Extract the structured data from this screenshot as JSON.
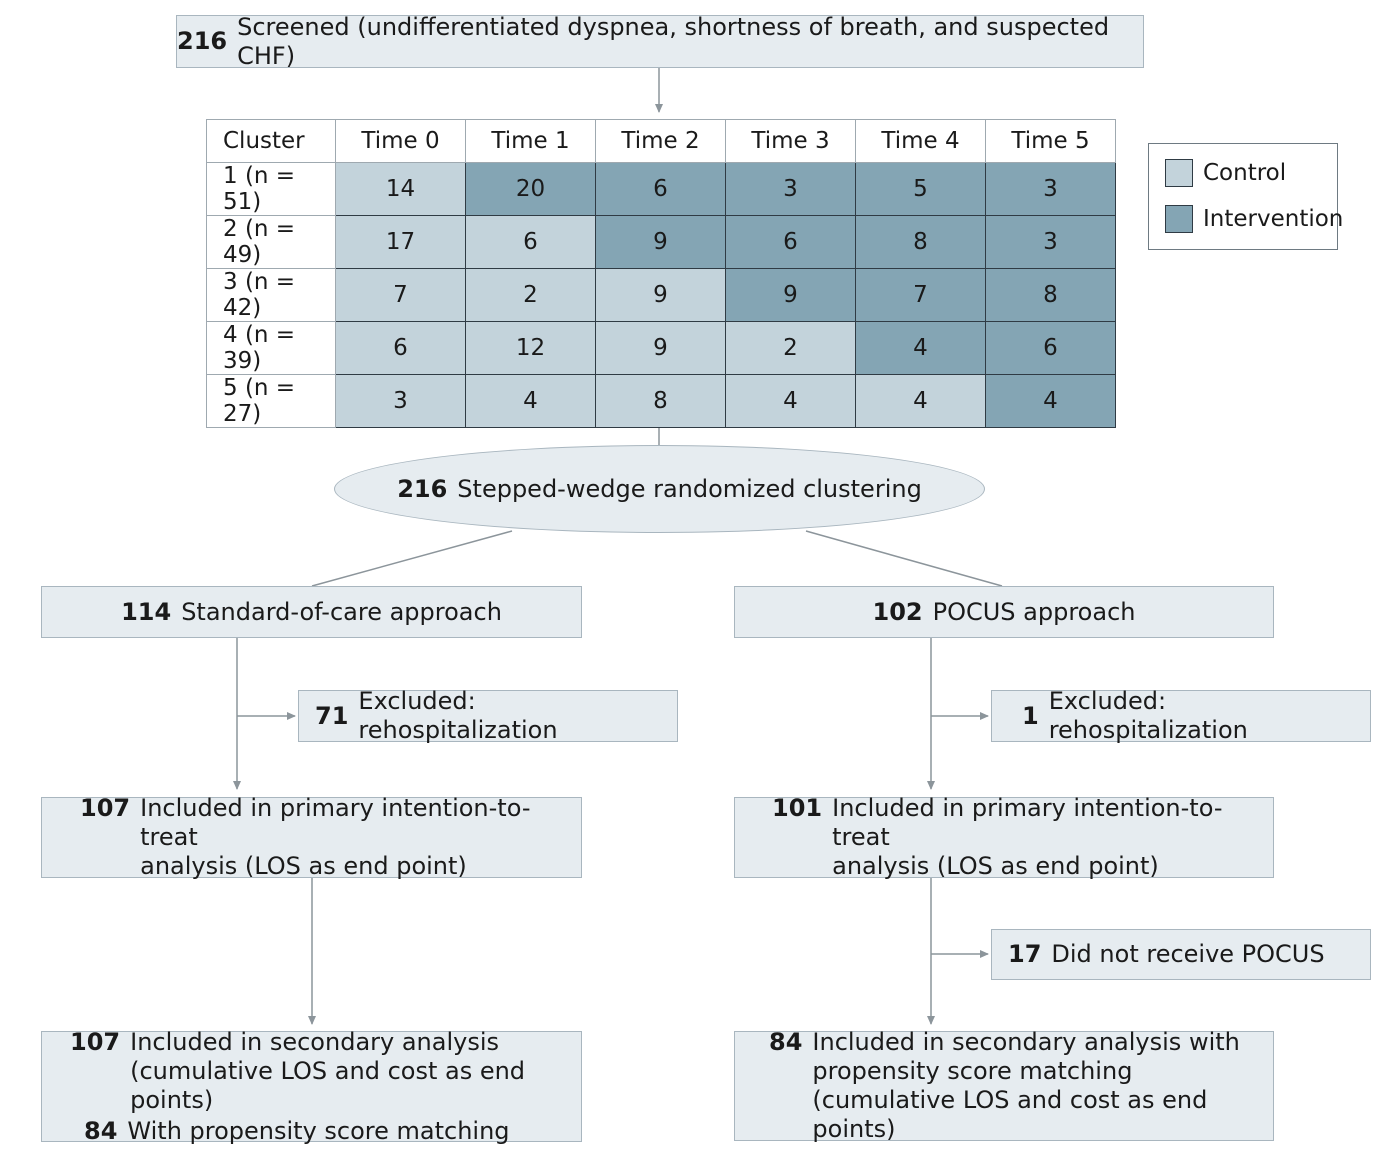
{
  "screened": {
    "num": "216",
    "text": "Screened (undifferentiated dyspnea, shortness of breath, and suspected CHF)"
  },
  "table": {
    "headers": [
      "Cluster",
      "Time 0",
      "Time 1",
      "Time 2",
      "Time 3",
      "Time 4",
      "Time 5"
    ],
    "rows": [
      {
        "label": "1 (n = 51)",
        "values": [
          "14",
          "20",
          "6",
          "3",
          "5",
          "3"
        ],
        "states": [
          "control",
          "intervention",
          "intervention",
          "intervention",
          "intervention",
          "intervention"
        ]
      },
      {
        "label": "2 (n = 49)",
        "values": [
          "17",
          "6",
          "9",
          "6",
          "8",
          "3"
        ],
        "states": [
          "control",
          "control",
          "intervention",
          "intervention",
          "intervention",
          "intervention"
        ]
      },
      {
        "label": "3 (n = 42)",
        "values": [
          "7",
          "2",
          "9",
          "9",
          "7",
          "8"
        ],
        "states": [
          "control",
          "control",
          "control",
          "intervention",
          "intervention",
          "intervention"
        ]
      },
      {
        "label": "4 (n = 39)",
        "values": [
          "6",
          "12",
          "9",
          "2",
          "4",
          "6"
        ],
        "states": [
          "control",
          "control",
          "control",
          "control",
          "intervention",
          "intervention"
        ]
      },
      {
        "label": "5 (n = 27)",
        "values": [
          "3",
          "4",
          "8",
          "4",
          "4",
          "4"
        ],
        "states": [
          "control",
          "control",
          "control",
          "control",
          "control",
          "intervention"
        ]
      }
    ]
  },
  "legend": {
    "control": "Control",
    "intervention": "Intervention"
  },
  "colors": {
    "control": "#c3d3db",
    "intervention": "#84a5b4",
    "box": "#e6ecf0",
    "border": "#a9b6bf",
    "line": "#8c959b"
  },
  "randomized": {
    "num": "216",
    "text": "Stepped-wedge randomized clustering"
  },
  "left": {
    "arm": {
      "num": "114",
      "text": "Standard-of-care approach"
    },
    "excluded": {
      "num": "71",
      "text": "Excluded: rehospitalization"
    },
    "primary": {
      "num": "107",
      "line1": "Included in primary intention-to-treat",
      "line2": "analysis (LOS as end point)"
    },
    "secondary": {
      "num": "107",
      "line1": "Included in secondary analysis",
      "line2": "(cumulative LOS and cost as end points)",
      "num2": "84",
      "line3": "With propensity score matching"
    }
  },
  "right": {
    "arm": {
      "num": "102",
      "text": "POCUS approach"
    },
    "excluded": {
      "num": "1",
      "text": "Excluded: rehospitalization"
    },
    "primary": {
      "num": "101",
      "line1": "Included in primary intention-to-treat",
      "line2": "analysis (LOS as end point)"
    },
    "did_not_receive": {
      "num": "17",
      "text": "Did not receive POCUS"
    },
    "secondary": {
      "num": "84",
      "line1": "Included in secondary analysis with",
      "line2": "propensity score matching",
      "line3": "(cumulative LOS and cost as end points)"
    }
  }
}
